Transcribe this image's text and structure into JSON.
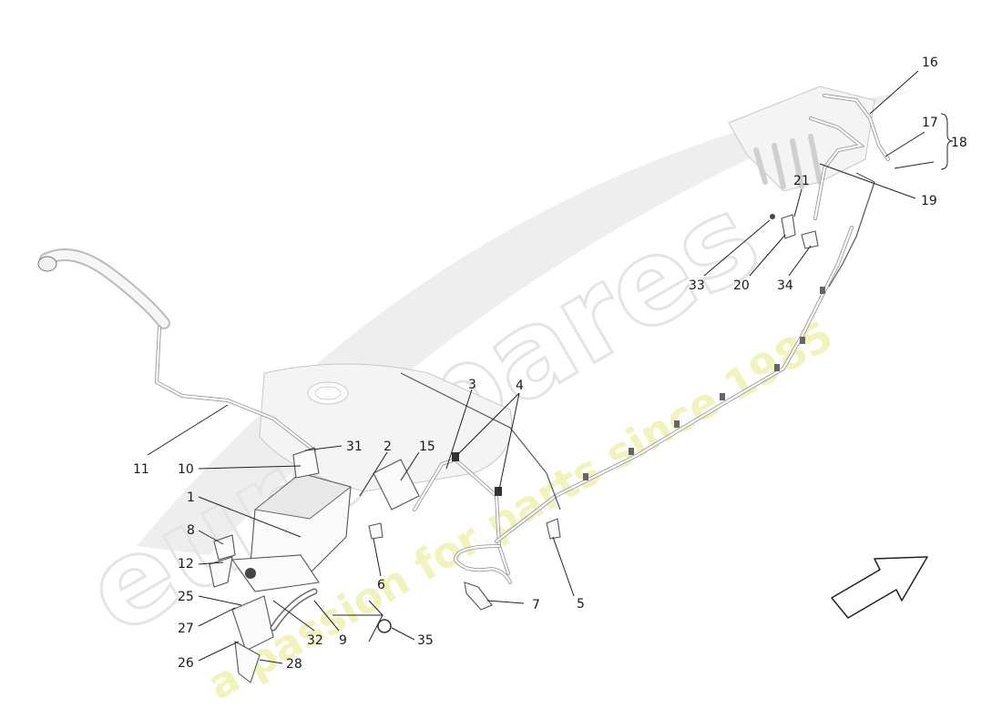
{
  "watermark": {
    "brand": "eurospares",
    "tagline": "a passion for parts since 1985"
  },
  "callouts": [
    {
      "id": "1",
      "label": "1"
    },
    {
      "id": "2",
      "label": "2"
    },
    {
      "id": "3",
      "label": "3"
    },
    {
      "id": "4",
      "label": "4"
    },
    {
      "id": "5",
      "label": "5"
    },
    {
      "id": "6",
      "label": "6"
    },
    {
      "id": "7",
      "label": "7"
    },
    {
      "id": "8",
      "label": "8"
    },
    {
      "id": "9",
      "label": "9"
    },
    {
      "id": "10",
      "label": "10"
    },
    {
      "id": "11",
      "label": "11"
    },
    {
      "id": "12",
      "label": "12"
    },
    {
      "id": "15",
      "label": "15"
    },
    {
      "id": "16",
      "label": "16"
    },
    {
      "id": "17",
      "label": "17"
    },
    {
      "id": "18",
      "label": "18"
    },
    {
      "id": "19",
      "label": "19"
    },
    {
      "id": "20",
      "label": "20"
    },
    {
      "id": "21",
      "label": "21"
    },
    {
      "id": "25",
      "label": "25"
    },
    {
      "id": "26",
      "label": "26"
    },
    {
      "id": "27",
      "label": "27"
    },
    {
      "id": "28",
      "label": "28"
    },
    {
      "id": "31",
      "label": "31"
    },
    {
      "id": "32",
      "label": "32"
    },
    {
      "id": "33",
      "label": "33"
    },
    {
      "id": "34",
      "label": "34"
    },
    {
      "id": "35",
      "label": "35"
    }
  ],
  "icons": {
    "direction_arrow": "direction-arrow-icon"
  }
}
